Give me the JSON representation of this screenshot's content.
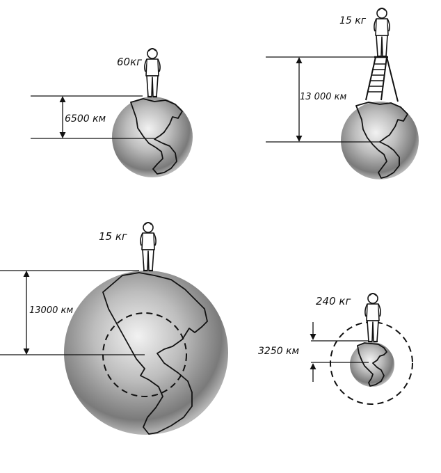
{
  "panels": [
    {
      "id": "baseline",
      "weight": "60кг",
      "radius": "6500 км"
    },
    {
      "id": "ladder",
      "weight": "15 кг",
      "radius": "13 000 км"
    },
    {
      "id": "big-earth",
      "weight": "15 кг",
      "radius": "13000 км"
    },
    {
      "id": "small-earth",
      "weight": "240 кг",
      "radius": "3250 км"
    }
  ]
}
